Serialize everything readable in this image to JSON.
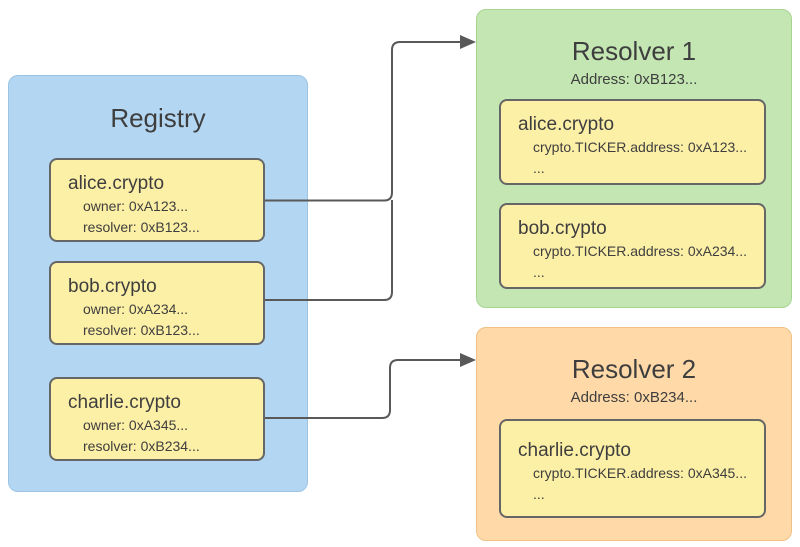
{
  "registry": {
    "title": "Registry",
    "records": [
      {
        "name": "alice.crypto",
        "lines": [
          "owner: 0xA123...",
          "resolver: 0xB123..."
        ]
      },
      {
        "name": "bob.crypto",
        "lines": [
          "owner: 0xA234...",
          "resolver: 0xB123..."
        ]
      },
      {
        "name": "charlie.crypto",
        "lines": [
          "owner: 0xA345...",
          "resolver: 0xB234..."
        ]
      }
    ]
  },
  "resolvers": [
    {
      "title": "Resolver 1",
      "address": "Address: 0xB123...",
      "records": [
        {
          "name": "alice.crypto",
          "lines": [
            "crypto.TICKER.address: 0xA123...",
            "..."
          ]
        },
        {
          "name": "bob.crypto",
          "lines": [
            "crypto.TICKER.address: 0xA234...",
            "..."
          ]
        }
      ]
    },
    {
      "title": "Resolver 2",
      "address": "Address: 0xB234...",
      "records": [
        {
          "name": "charlie.crypto",
          "lines": [
            "crypto.TICKER.address: 0xA345...",
            "..."
          ]
        }
      ]
    }
  ],
  "colors": {
    "registry_fill": "#b3d7f2",
    "resolver1_fill": "#c3e6b2",
    "resolver2_fill": "#ffd9a8",
    "record_fill": "#fcefa6",
    "record_border": "#666666",
    "connector": "#595959",
    "text": "#3e3e3e"
  }
}
